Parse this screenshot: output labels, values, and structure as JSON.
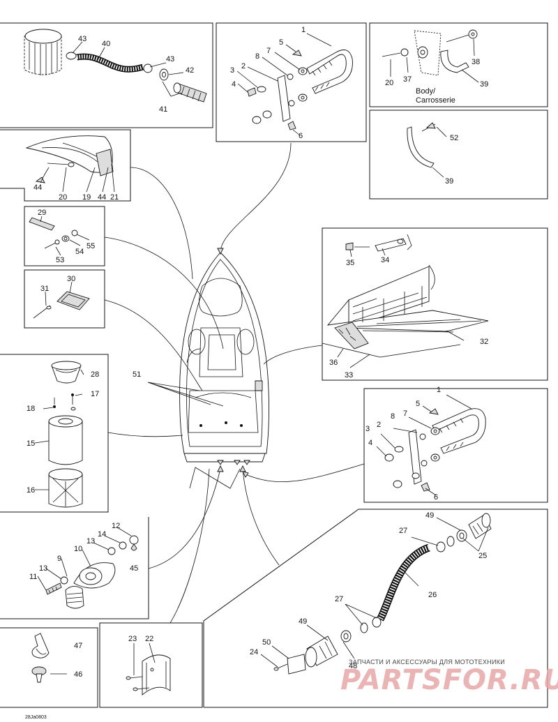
{
  "callouts": {
    "c1a": "1",
    "c2a": "2",
    "c3a": "3",
    "c4a": "4",
    "c5a": "5",
    "c6a": "6",
    "c7a": "7",
    "c8a": "8",
    "c1b": "1",
    "c2b": "2",
    "c3b": "3",
    "c4b": "4",
    "c5b": "5",
    "c6b": "6",
    "c7b": "7",
    "c8b": "8",
    "c9": "9",
    "c10": "10",
    "c11": "11",
    "c12": "12",
    "c13a": "13",
    "c13b": "13",
    "c14": "14",
    "c15": "15",
    "c16": "16",
    "c17": "17",
    "c18": "18",
    "c19": "19",
    "c20a": "20",
    "c20b": "20",
    "c21": "21",
    "c22": "22",
    "c23": "23",
    "c24": "24",
    "c25": "25",
    "c26": "26",
    "c27a": "27",
    "c27b": "27",
    "c28": "28",
    "c29": "29",
    "c30": "30",
    "c31": "31",
    "c32": "32",
    "c33": "33",
    "c34": "34",
    "c35": "35",
    "c36": "36",
    "c37": "37",
    "c38": "38",
    "c39a": "39",
    "c39b": "39",
    "c40": "40",
    "c41": "41",
    "c42": "42",
    "c43a": "43",
    "c43b": "43",
    "c44a": "44",
    "c44b": "44",
    "c45": "45",
    "c46": "46",
    "c47": "47",
    "c48": "48",
    "c49a": "49",
    "c49b": "49",
    "c50": "50",
    "c51": "51",
    "c52": "52",
    "c53": "53",
    "c54": "54",
    "c55": "55"
  },
  "body_label_line1": "Body/",
  "body_label_line2": "Carrosserie",
  "diagram_code": "28Ja0803",
  "watermark_caption": "ЗАПЧАСТИ И АКСЕССУАРЫ ДЛЯ МОТОТЕХНИКИ",
  "watermark_logo": "PARTSFOR.RU",
  "colors": {
    "line": "#111111",
    "background": "#ffffff",
    "watermark": "#e8a8a8"
  }
}
